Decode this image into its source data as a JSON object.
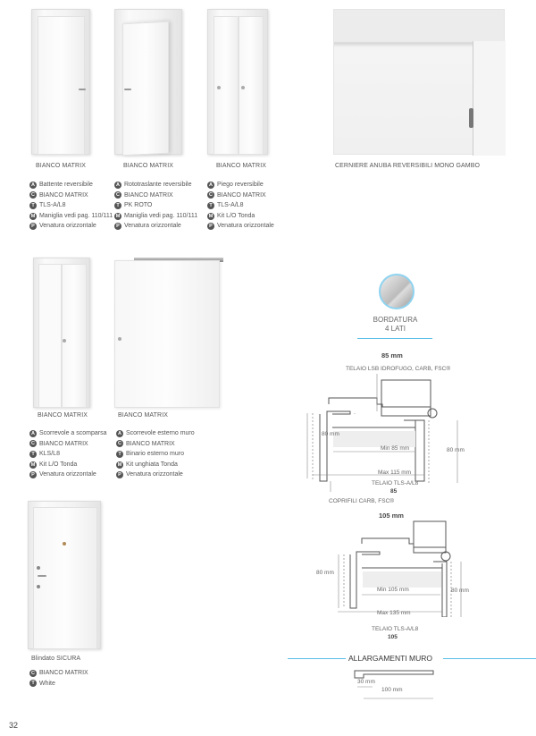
{
  "doors_row1": [
    {
      "caption": "BIANCO MATRIX",
      "specs": [
        {
          "k": "A",
          "v": "Battente reversibile"
        },
        {
          "k": "C",
          "v": "BIANCO MATRIX"
        },
        {
          "k": "T",
          "v": "TLS-A/L8"
        },
        {
          "k": "M",
          "v": "Maniglia vedi pag. 110/111"
        },
        {
          "k": "P",
          "v": "Venatura orizzontale"
        }
      ]
    },
    {
      "caption": "BIANCO MATRIX",
      "specs": [
        {
          "k": "A",
          "v": "Rototraslante reversibile"
        },
        {
          "k": "C",
          "v": "BIANCO MATRIX"
        },
        {
          "k": "T",
          "v": "PK ROTO"
        },
        {
          "k": "M",
          "v": "Maniglia vedi pag. 110/111"
        },
        {
          "k": "P",
          "v": "Venatura orizzontale"
        }
      ]
    },
    {
      "caption": "BIANCO MATRIX",
      "specs": [
        {
          "k": "A",
          "v": "Piego reversibile"
        },
        {
          "k": "C",
          "v": "BIANCO MATRIX"
        },
        {
          "k": "T",
          "v": "TLS-A/L8"
        },
        {
          "k": "M",
          "v": "Kit L/O Tonda"
        },
        {
          "k": "P",
          "v": "Venatura orizzontale"
        }
      ]
    }
  ],
  "hinge_caption": "CERNIERE ANUBA REVERSIBILI MONO GAMBO",
  "doors_row2": [
    {
      "caption": "BIANCO MATRIX",
      "specs": [
        {
          "k": "A",
          "v": "Scorrevole a scomparsa"
        },
        {
          "k": "C",
          "v": "BIANCO MATRIX"
        },
        {
          "k": "T",
          "v": "KLS/L8"
        },
        {
          "k": "M",
          "v": "Kit L/O Tonda"
        },
        {
          "k": "P",
          "v": "Venatura orizzontale"
        }
      ]
    },
    {
      "caption": "BIANCO MATRIX",
      "specs": [
        {
          "k": "A",
          "v": "Scorrevole esterno muro"
        },
        {
          "k": "C",
          "v": "BIANCO MATRIX"
        },
        {
          "k": "T",
          "v": "Binario esterno muro"
        },
        {
          "k": "M",
          "v": "Kit unghiata Tonda"
        },
        {
          "k": "P",
          "v": "Venatura orizzontale"
        }
      ]
    }
  ],
  "blindato": {
    "caption": "Blindato SICURA",
    "specs": [
      {
        "k": "C",
        "v": "BIANCO MATRIX"
      },
      {
        "k": "T",
        "v": "White"
      }
    ]
  },
  "bordatura": {
    "line1": "BORDATURA",
    "line2": "4 LATI"
  },
  "diagram85": {
    "width": "85 mm",
    "telaio_top": "TELAIO LSB IDROFUGO, CARB, FSC®",
    "left_h": "80 mm",
    "right_h": "80 mm",
    "min": "Min 85 mm",
    "max": "Max 115 mm",
    "telaio": "TELAIO TLS-A/L8",
    "telaio_num": "85",
    "coprifili": "COPRIFILI CARB, FSC®"
  },
  "diagram105": {
    "width": "105 mm",
    "left_h": "80 mm",
    "right_h": "80 mm",
    "min": "Min 105 mm",
    "max": "Max 135 mm",
    "telaio": "TELAIO TLS-A/L8",
    "telaio_num": "105"
  },
  "allargamenti": {
    "title": "ALLARGAMENTI MURO",
    "d1": "30 mm",
    "d2": "100 mm"
  },
  "page_number": "32",
  "accent": "#5bc0e8"
}
